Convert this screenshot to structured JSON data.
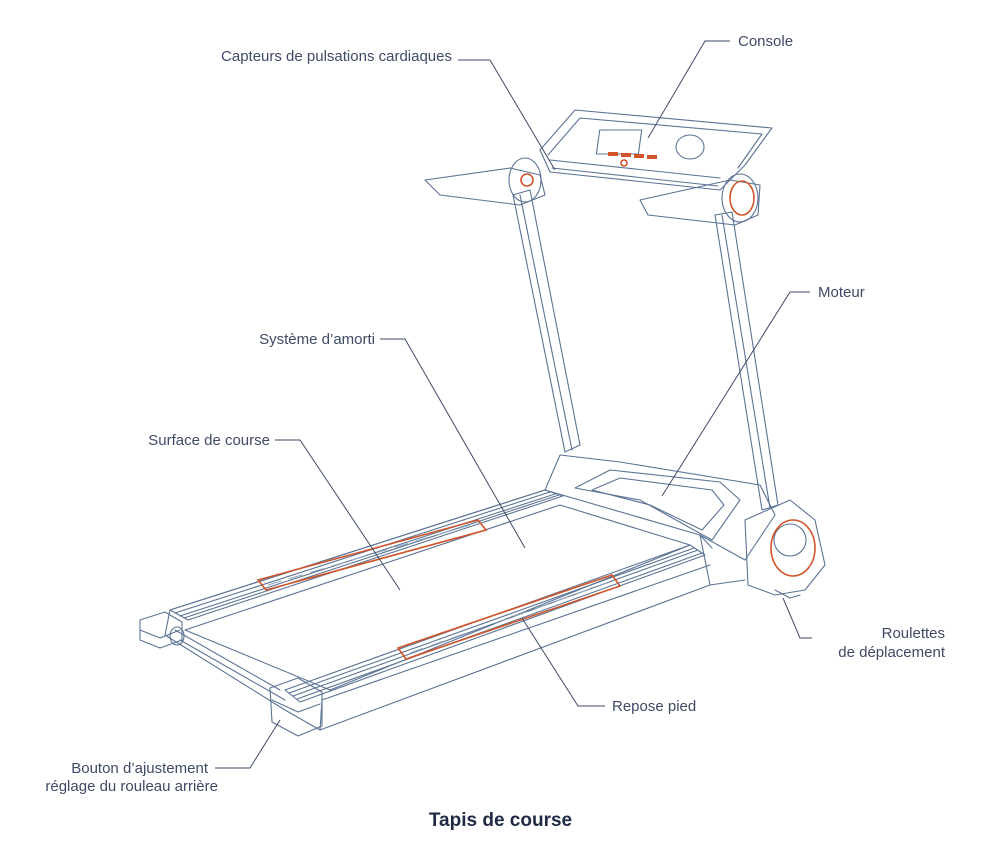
{
  "title": "Tapis de course",
  "colors": {
    "line": "#5b7394",
    "accent": "#d2542a",
    "text": "#3f4a66",
    "title": "#1f2a44"
  },
  "labels": {
    "heart_sensors": "Capteurs de pulsations cardiaques",
    "console": "Console",
    "motor": "Moteur",
    "cushioning": "Système d’amorti",
    "running_surface": "Surface de course",
    "wheels_line1": "Roulettes",
    "wheels_line2": "de déplacement",
    "foot_rest": "Repose pied",
    "adjust_line1": "Bouton d’ajustement",
    "adjust_line2": "réglage du rouleau arrière"
  }
}
